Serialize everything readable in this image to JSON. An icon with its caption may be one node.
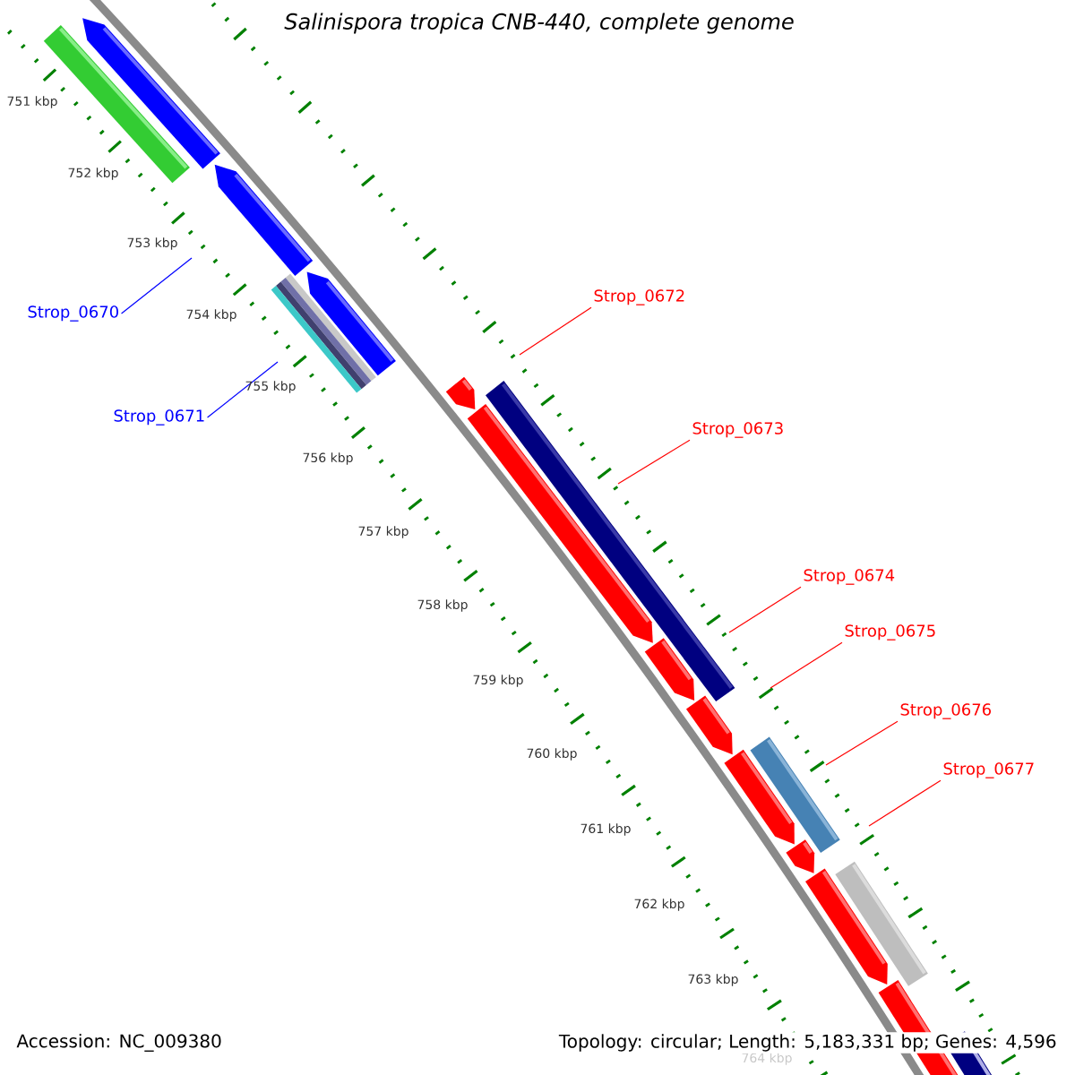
{
  "diagram": {
    "title": "Salinispora tropica CNB-440, complete genome",
    "nodes": [
      {
        "text": [
          "Strop_0670"
        ]
      },
      {
        "text": [
          "Strop_0671"
        ]
      },
      {
        "text": [
          "Strop_0672"
        ]
      },
      {
        "text": [
          "Strop_0673"
        ]
      },
      {
        "text": [
          "Strop_0674"
        ]
      },
      {
        "text": [
          "Strop_0675"
        ]
      },
      {
        "text": [
          "Strop_0676"
        ]
      },
      {
        "text": [
          "Strop_0677"
        ]
      }
    ],
    "edges": [
      {
        "from": 0,
        "to": null,
        "arrow": "none",
        "color": "#0000ff"
      },
      {
        "from": 1,
        "to": null,
        "arrow": "none",
        "color": "#0000ff"
      },
      {
        "from": 2,
        "to": null,
        "arrow": "none"
      },
      {
        "from": 3,
        "to": null,
        "arrow": "none"
      },
      {
        "from": 4,
        "to": null,
        "arrow": "none"
      },
      {
        "from": 5,
        "to": null,
        "arrow": "none"
      },
      {
        "from": 6,
        "to": null,
        "arrow": "none"
      },
      {
        "from": 7,
        "to": null,
        "arrow": "none"
      }
    ],
    "labels": [
      "751 kbp",
      "752 kbp",
      "753 kbp",
      "754 kbp",
      "755 kbp",
      "756 kbp",
      "757 kbp",
      "758 kbp",
      "759 kbp",
      "760 kbp",
      "761 kbp",
      "762 kbp",
      "763 kbp",
      "764 kbp",
      "Accession: NC_009380",
      "Topology: circular; Length: 5,183,331 bp; Genes: 4,596"
    ]
  }
}
